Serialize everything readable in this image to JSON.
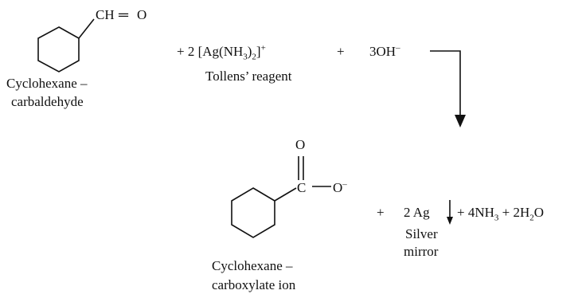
{
  "reactant": {
    "group": "CH",
    "double_bond": "═",
    "oxygen": "O",
    "name_line1": "Cyclohexane –",
    "name_line2": "carbaldehyde"
  },
  "tollens": {
    "coefficient": "+ 2 ",
    "formula_open": "[Ag(NH",
    "sub3": "3",
    "formula_mid": ")",
    "sub2": "2",
    "formula_close": "]",
    "charge": "+",
    "name": "Tollens’ reagent"
  },
  "hydroxide": {
    "plus": "+",
    "formula": "3OH",
    "charge": "–"
  },
  "product": {
    "oxygen_top": "O",
    "carbon": "C",
    "dash": "—",
    "oxygen": "O",
    "charge": "–",
    "name_line1": "Cyclohexane –",
    "name_line2": "carboxylate ion"
  },
  "silver": {
    "plus": "+",
    "formula": "2 Ag",
    "name_line1": "Silver",
    "name_line2": "mirror"
  },
  "byproducts": {
    "text_a": "+ 4NH",
    "sub_a": "3",
    "text_b": " + 2H",
    "sub_b": "2",
    "text_c": "O"
  },
  "colors": {
    "ink": "#111111",
    "background": "#ffffff"
  }
}
